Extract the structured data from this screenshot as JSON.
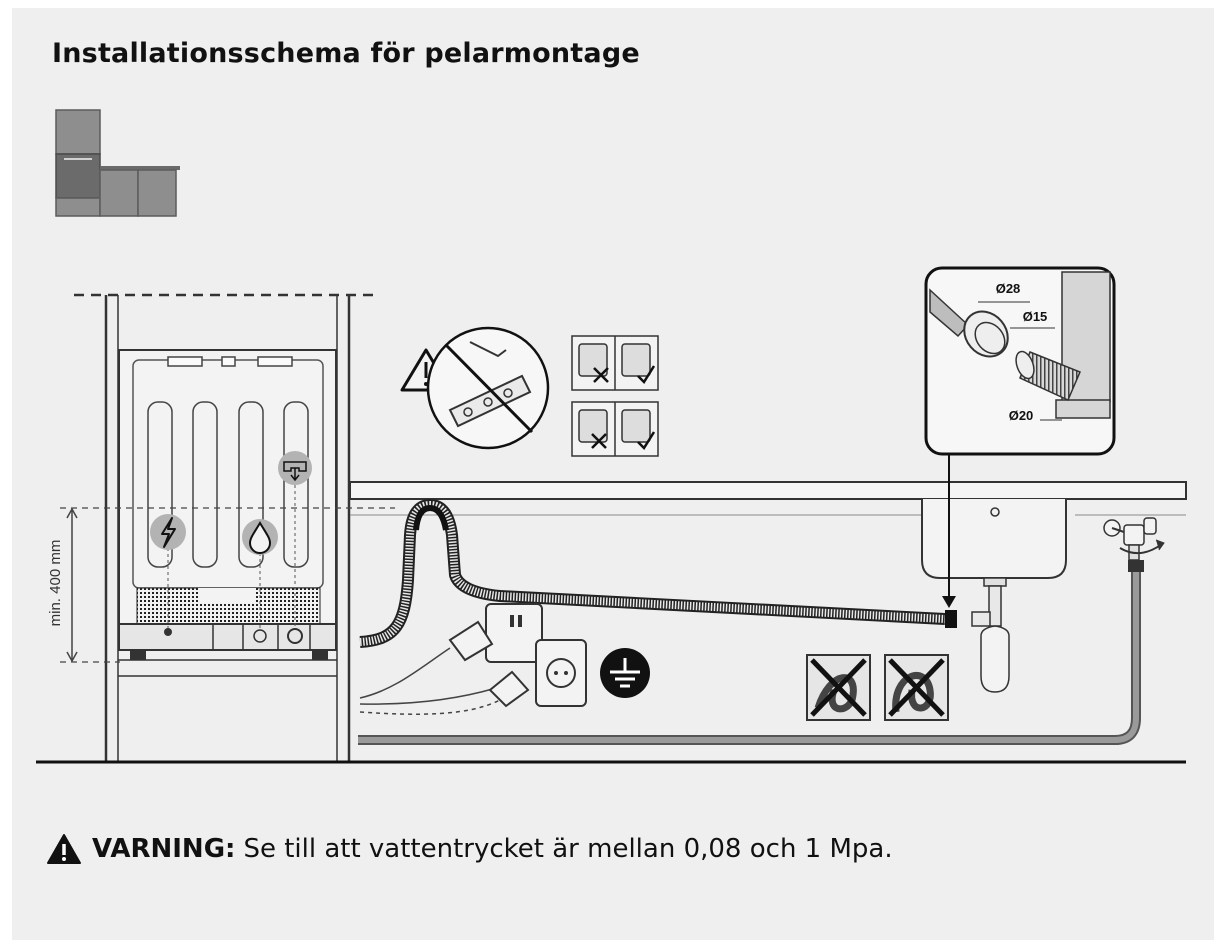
{
  "title": "Installationsschema för pelarmontage",
  "dimension_label": "min. 400 mm",
  "pipe_sizes": {
    "d28": "Ø28",
    "d15": "Ø15",
    "d20": "Ø20"
  },
  "warning": {
    "label": "VARNING:",
    "text": "Se till att vattentrycket är mellan 0,08 och 1 Mpa."
  },
  "icons": [
    "column-cabinet-icon",
    "warning-triangle-icon",
    "no-power-strip-icon",
    "socket-check-icon",
    "electric-icon",
    "water-drop-icon",
    "drain-icon",
    "ground-symbol-icon",
    "no-kink-hose-icon",
    "water-tap-icon"
  ]
}
